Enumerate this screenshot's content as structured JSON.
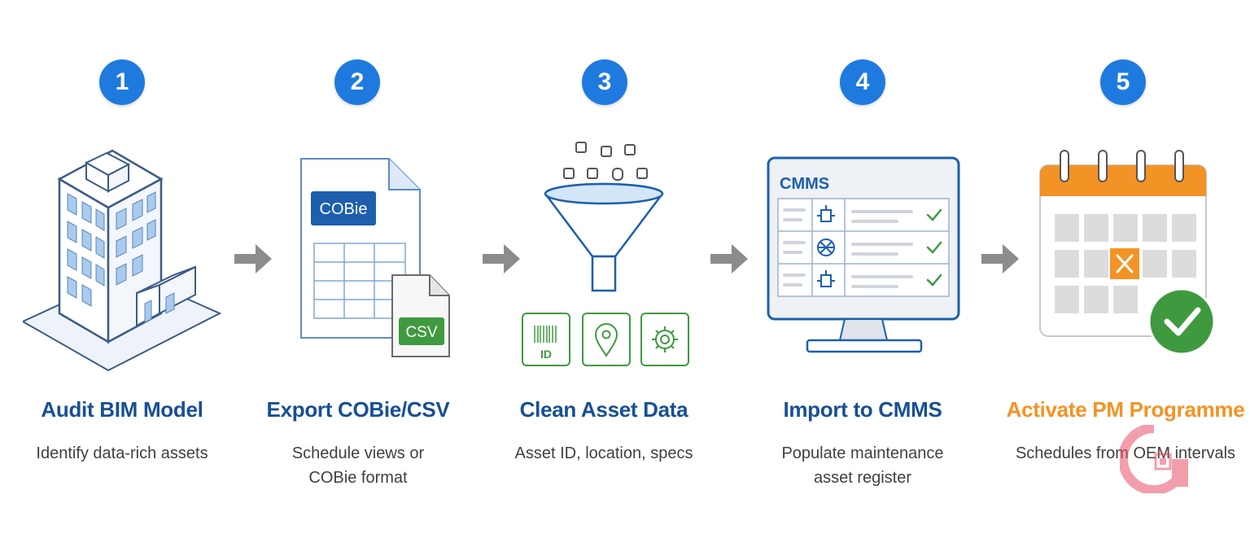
{
  "colors": {
    "step_number": "#1f7ae0",
    "title_blue": "#184f94",
    "title_orange": "#f39325",
    "arrow": "#8c8c8c",
    "green": "#3f9a3f",
    "orange": "#f39325"
  },
  "steps": [
    {
      "number": "1",
      "title": "Audit BIM Model",
      "desc": [
        "Identify data-rich assets"
      ],
      "icon": "building-icon"
    },
    {
      "number": "2",
      "title": "Export COBie/CSV",
      "desc": [
        "Schedule views or",
        "COBie format"
      ],
      "icon": "document-table-icon",
      "tags": [
        "COBie",
        "CSV"
      ]
    },
    {
      "number": "3",
      "title": "Clean Asset Data",
      "desc": [
        "Asset ID, location, specs"
      ],
      "icon": "funnel-icon",
      "tags": [
        "ID"
      ]
    },
    {
      "number": "4",
      "title": "Import to CMMS",
      "desc": [
        "Populate maintenance",
        "asset register"
      ],
      "icon": "monitor-icon",
      "tags": [
        "CMMS"
      ]
    },
    {
      "number": "5",
      "title": "Activate PM Programme",
      "desc": [
        "Schedules from OEM intervals"
      ],
      "icon": "calendar-check-icon"
    }
  ]
}
